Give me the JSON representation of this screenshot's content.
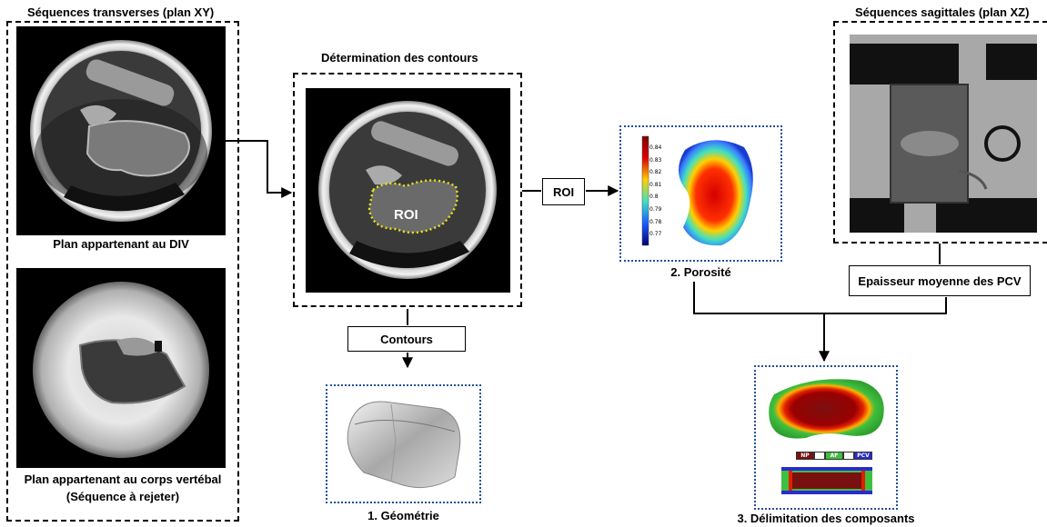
{
  "left_panel": {
    "title": "Séquences transverses (plan XY)",
    "caption_top": "Plan appartenant au DIV",
    "caption_bottom_line1": "Plan appartenant au corps vertébal",
    "caption_bottom_line2": "(Séquence à rejeter)"
  },
  "center_panel": {
    "title": "Détermination des contours",
    "roi_overlay": "ROI",
    "contours_label": "Contours",
    "geometry_caption": "1. Géométrie"
  },
  "roi_label": "ROI",
  "porosity": {
    "caption": "2. Porosité",
    "colorbar_ticks": [
      "0.84",
      "0.83",
      "0.82",
      "0.81",
      "0.8",
      "0.79",
      "0.78",
      "0.77"
    ]
  },
  "right_panel": {
    "title": "Séquences sagittales (plan XZ)",
    "thickness_label": "Epaisseur moyenne des PCV"
  },
  "components": {
    "caption": "3. Délimitation des composants",
    "legend": [
      "NP",
      "AF",
      "PCV"
    ]
  },
  "colors": {
    "np": "#7b1010",
    "af": "#3fbf3f",
    "pcv": "#2a2ad0",
    "dotted_border": "#1f4e9c",
    "roi_contour": "#e6e21a"
  }
}
